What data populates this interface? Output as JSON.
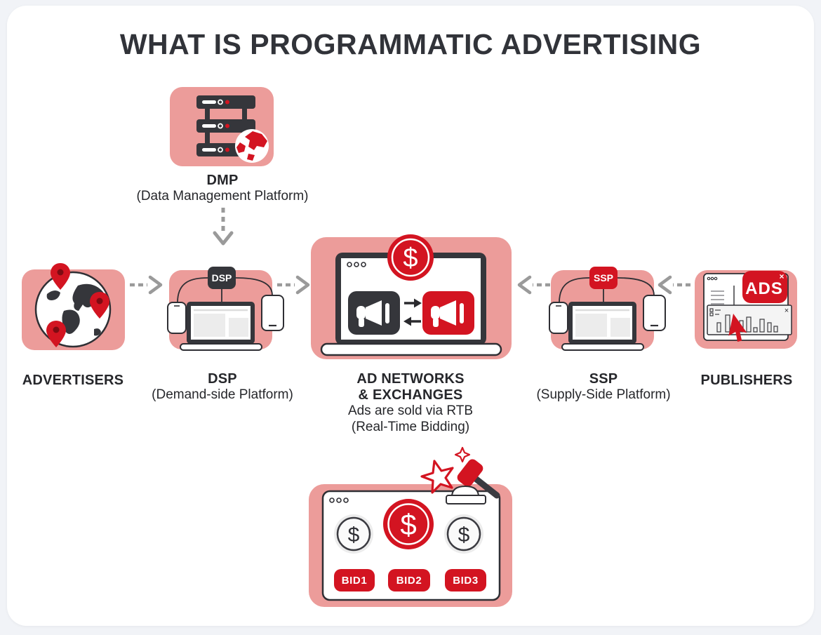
{
  "title": "WHAT IS PROGRAMMATIC ADVERTISING",
  "currency": "$",
  "close_symbol": "×",
  "colors": {
    "background": "#F1F3F7",
    "card": "#FFFFFF",
    "pink": "#EC9C9A",
    "red": "#D31421",
    "dark": "#35363B",
    "arrow_gray": "#9A9A9A",
    "text": "#26272B"
  },
  "dmp": {
    "icon": "server-stack-globe-icon",
    "name": "DMP",
    "desc": "(Data Management Platform)"
  },
  "advertisers": {
    "icon": "globe-location-pins-icon",
    "label": "ADVERTISERS"
  },
  "dsp": {
    "icon": "laptop-phone-tablet-icon",
    "badge": "DSP",
    "name": "DSP",
    "desc": "(Demand-side Platform)"
  },
  "ad_networks": {
    "icon": "laptop-megaphones-dollar-icon",
    "name_line1": "AD NETWORKS",
    "name_line2": "& EXCHANGES",
    "sub_line1": "Ads are sold via RTB",
    "sub_line2": "(Real-Time Bidding)"
  },
  "ssp": {
    "icon": "laptop-phone-tablet-icon",
    "badge": "SSP",
    "name": "SSP",
    "desc": "(Supply-Side Platform)"
  },
  "publishers": {
    "icon": "browser-ads-chart-cursor-icon",
    "label": "PUBLISHERS",
    "ads_badge": "ADS"
  },
  "auction": {
    "icon": "auction-window-gavel-icon",
    "bids": [
      "BID1",
      "BID2",
      "BID3"
    ]
  }
}
